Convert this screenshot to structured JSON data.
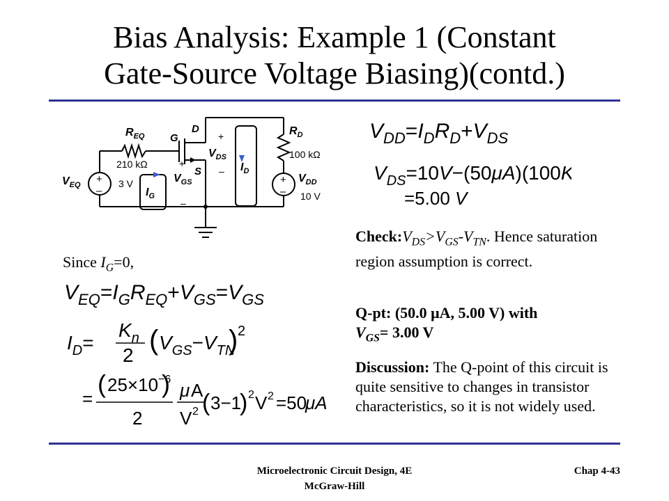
{
  "title": {
    "line1": "Bias Analysis: Example 1 (Constant",
    "line2": "Gate-Source Voltage Biasing)(contd.)"
  },
  "circuit": {
    "req_label": "R",
    "req_sub": "EQ",
    "req_value": "210 kΩ",
    "veq_label": "V",
    "veq_sub": "EQ",
    "veq_value": "3 V",
    "ig_label": "I",
    "ig_sub": "G",
    "vgs_label": "V",
    "vgs_sub": "GS",
    "g_label": "G",
    "d_label": "D",
    "s_label": "S",
    "vds_label": "V",
    "vds_sub": "DS",
    "id_label": "I",
    "id_sub": "D",
    "rd_label": "R",
    "rd_sub": "D",
    "rd_value": "100 kΩ",
    "vdd_label": "V",
    "vdd_sub": "DD",
    "vdd_value": "10 V",
    "plus": "+",
    "minus": "–"
  },
  "left_text": {
    "since": "Since ",
    "since_var": "I",
    "since_sub": "G",
    "since_rest": "=0,"
  },
  "right_text": {
    "check_label": "Check:",
    "check_text": ". Hence saturation region assumption is correct.",
    "qpt": "Q-pt: (50.0 μA, 5.00 V) with",
    "qpt_vgs": "= 3.00 V",
    "discussion_label": "Discussion:",
    "discussion_text": " The Q-point of this circuit is quite sensitive to changes in transistor characteristics, so it is not widely used."
  },
  "footer": {
    "book": "Microelectronic Circuit Design, 4E",
    "publisher": "McGraw-Hill",
    "chapter": "Chap 4-43"
  },
  "colors": {
    "rule": "#2e3192",
    "arrow": "#3a5fcd"
  }
}
